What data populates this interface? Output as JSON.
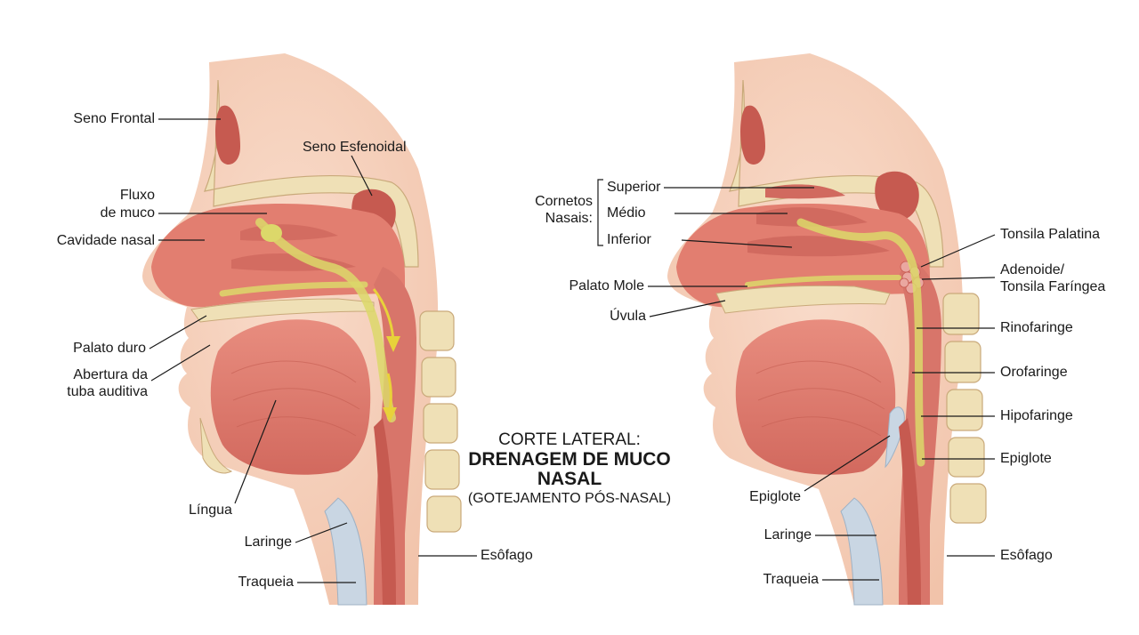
{
  "title": {
    "line1": "CORTE LATERAL:",
    "line2": "DRENAGEM DE MUCO",
    "line3": "NASAL",
    "line4": "(GOTEJAMENTO PÓS-NASAL)"
  },
  "left_labels": {
    "seno_frontal": "Seno Frontal",
    "seno_esfenoidal": "Seno Esfenoidal",
    "fluxo_muco_1": "Fluxo",
    "fluxo_muco_2": "de muco",
    "cavidade_nasal": "Cavidade nasal",
    "palato_duro": "Palato duro",
    "abertura_1": "Abertura da",
    "abertura_2": "tuba auditiva",
    "lingua": "Língua",
    "laringe": "Laringe",
    "traqueia": "Traqueia",
    "esofago": "Esôfago"
  },
  "right_labels": {
    "cornetos_1": "Cornetos",
    "cornetos_2": "Nasais:",
    "superior": "Superior",
    "medio": "Médio",
    "inferior": "Inferior",
    "palato_mole": "Palato Mole",
    "uvula": "Úvula",
    "tonsila_palatina": "Tonsila Palatina",
    "adenoide_1": "Adenoide/",
    "adenoide_2": "Tonsila Faríngea",
    "rinofaringe": "Rinofaringe",
    "orofaringe": "Orofaringe",
    "hipofaringe": "Hipofaringe",
    "epiglote_r": "Epiglote",
    "epiglote_l": "Epiglote",
    "laringe": "Laringe",
    "traqueia": "Traqueia",
    "esofago": "Esôfago"
  },
  "colors": {
    "skin": "#f6d3bf",
    "tissue": "#e27e70",
    "tissue_dark": "#c65a50",
    "bone": "#efe0b6",
    "mucus": "#dcd86a",
    "cartilage": "#c9d6e3"
  }
}
